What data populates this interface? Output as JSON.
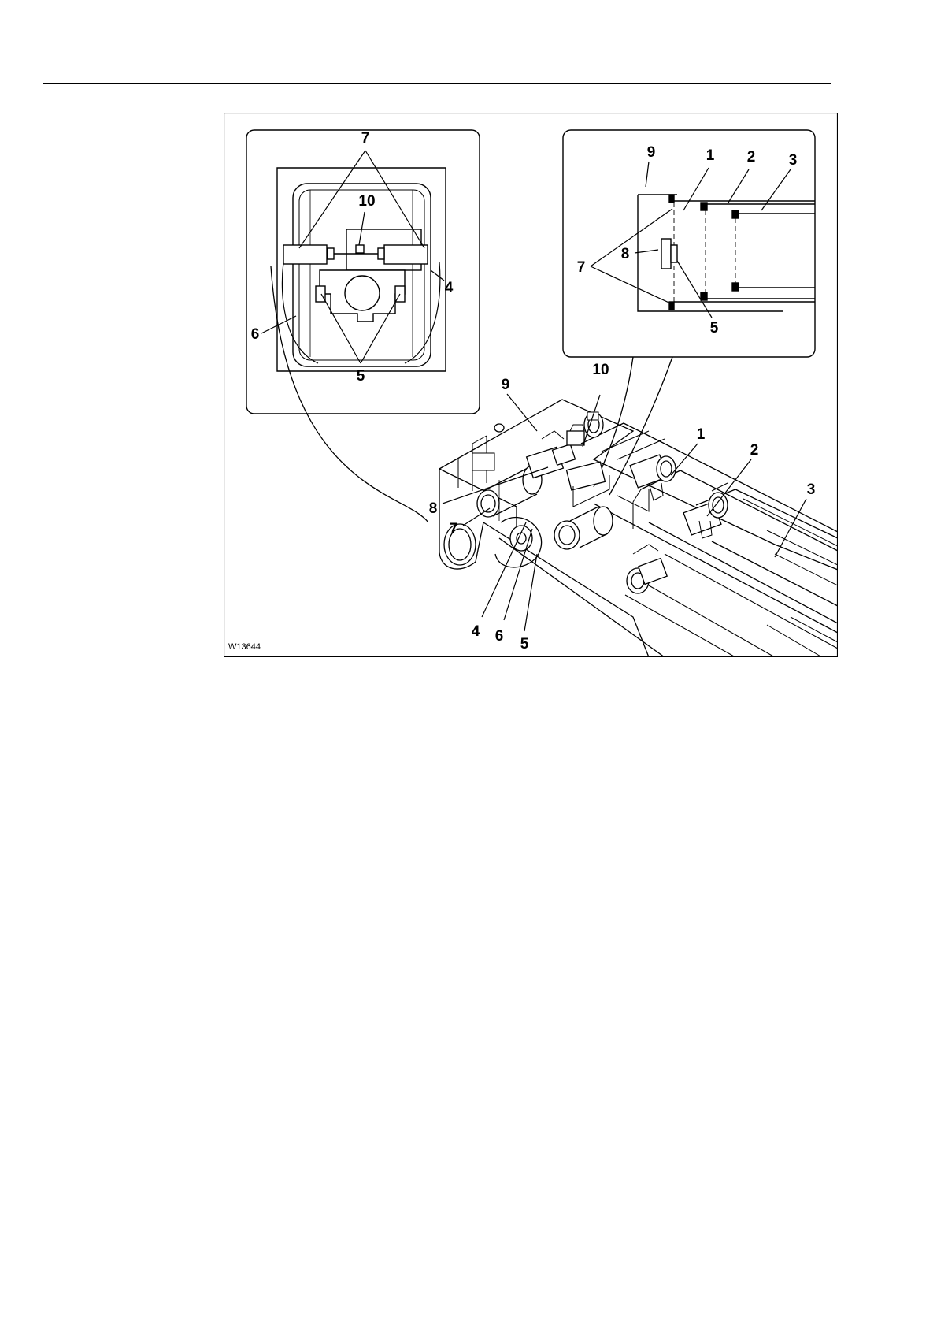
{
  "figure": {
    "id": "W13644",
    "left_inset_labels": {
      "a": "7",
      "b": "10",
      "c": "4",
      "d": "6",
      "e": "5"
    },
    "right_inset_labels": {
      "a": "9",
      "b": "1",
      "c": "2",
      "d": "3",
      "e": "8",
      "f": "7",
      "g": "5"
    },
    "main_labels": {
      "a": "9",
      "b": "10",
      "c": "1",
      "d": "2",
      "e": "3",
      "f": "8",
      "g": "7",
      "h": "4",
      "i": "6",
      "j": "5"
    }
  }
}
